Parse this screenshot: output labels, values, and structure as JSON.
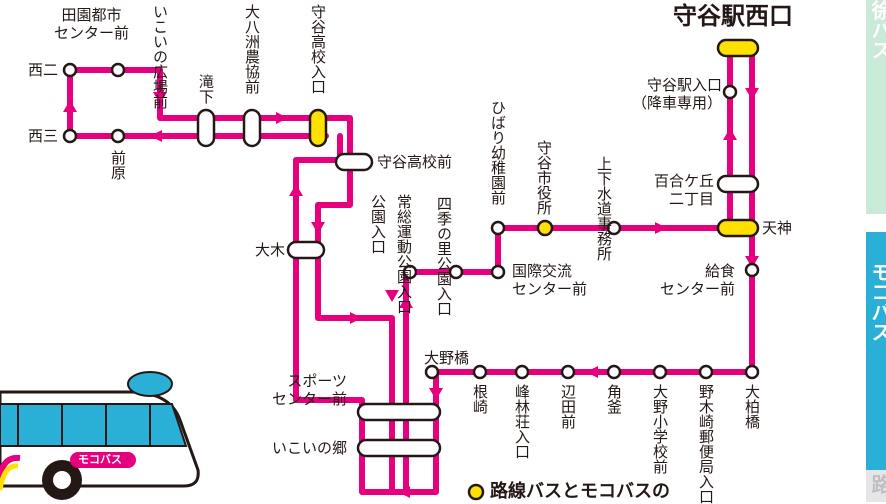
{
  "colors": {
    "route": "#e6007e",
    "transfer_stop": "#ffe100",
    "tab_green": "#c9ead6",
    "tab_blue": "#2ab0d6",
    "tab_gray": "#e6e6e8"
  },
  "title": "守谷駅西口",
  "stops": {
    "nishi2": "西二",
    "nishi3": "西三",
    "denen": "田園都市\nセンター前",
    "ikoi_hiroba": "いこいの広場前",
    "maehara": "前原",
    "takishita": "滝下",
    "ohyashu": "大八洲農協前",
    "moriya_hs_entrance": "守谷高校入口",
    "moriya_hs_front": "守谷高校前",
    "oki": "大木",
    "sports_center": "スポーツ\nセンター前",
    "ikoi_sato": "いこいの郷",
    "kouen_iriguchi": "公園入口",
    "joso_undo": "常総運動公園入口",
    "shiki_no_sato": "四季の里公園入口",
    "hibari": "ひばり幼稚園前",
    "city_hall": "守谷市役所",
    "water_office": "上下水道事務所",
    "kokusai": "国際交流\nセンター前",
    "station_entrance": "守谷駅入口\n（降車専用）",
    "yurigaoka": "百合ケ丘\n二丁目",
    "tenjin": "天神",
    "kyushoku": "給食\nセンター前",
    "ohashi": "大野橋",
    "nezaki": "根崎",
    "minebayashi": "峰林荘入口",
    "hetamae": "辺田前",
    "tsunogama": "角釜",
    "ono_school": "大野小学校前",
    "nogizaki": "野木崎郵便局入口",
    "ogashiwa": "大柏橋"
  },
  "legend": "路線バスとモコバスの",
  "bus_logo": "モコバス",
  "side_tabs": [
    "徐バス",
    "モコバス",
    "路"
  ]
}
